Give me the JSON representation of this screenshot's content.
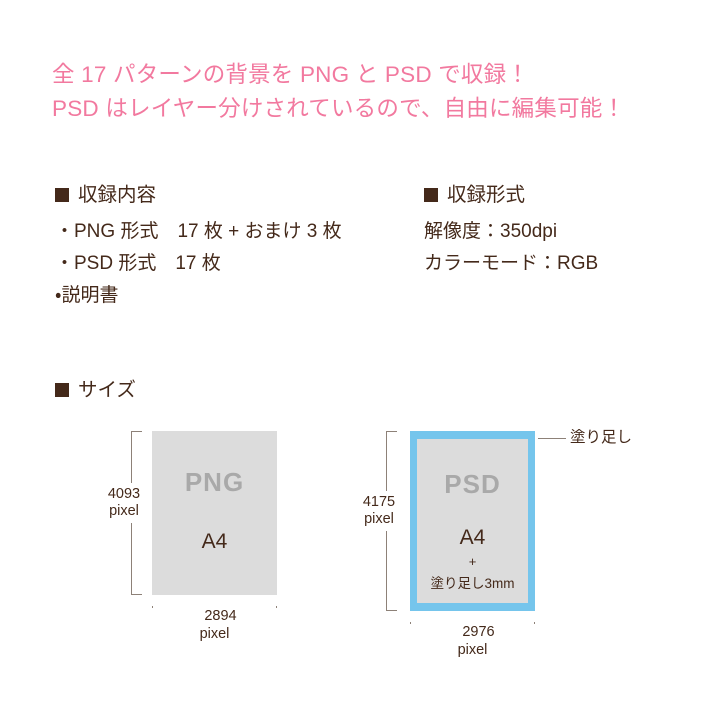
{
  "headline": {
    "line1": "全 17 パターンの背景を PNG と PSD で収録！",
    "line2": "PSD はレイヤー分けされているので、自由に編集可能！",
    "color": "#f2799f"
  },
  "contents_section": {
    "heading": "収録内容",
    "items": [
      "・PNG 形式　17 枚 + おまけ 3 枚",
      "・PSD 形式　17 枚",
      "・説明書"
    ]
  },
  "format_section": {
    "heading": "収録形式",
    "items": [
      "解像度：350dpi",
      "カラーモード：RGB"
    ]
  },
  "size_section": {
    "heading": "サイズ",
    "diagrams": [
      {
        "id": "png",
        "format_label": "PNG",
        "paper_label": "A4",
        "height_value": "4093",
        "height_unit": "pixel",
        "width_value": "2894",
        "width_unit": "pixel",
        "fill_color": "#dcdcdc",
        "format_text_color": "#a9a9a9"
      },
      {
        "id": "psd",
        "format_label": "PSD",
        "paper_label": "A4",
        "plus": "+",
        "bleed_note": "塗り足し3mm",
        "height_value": "4175",
        "height_unit": "pixel",
        "width_value": "2976",
        "width_unit": "pixel",
        "fill_color": "#dcdcdc",
        "bleed_color": "#75c5ec",
        "format_text_color": "#a9a9a9",
        "callout_label": "塗り足し"
      }
    ]
  },
  "colors": {
    "text": "#44291a",
    "accent_pink": "#f2799f",
    "bleed_blue": "#75c5ec",
    "paper_gray": "#dcdcdc",
    "bracket_gray": "#8d8178",
    "background": "#ffffff"
  }
}
